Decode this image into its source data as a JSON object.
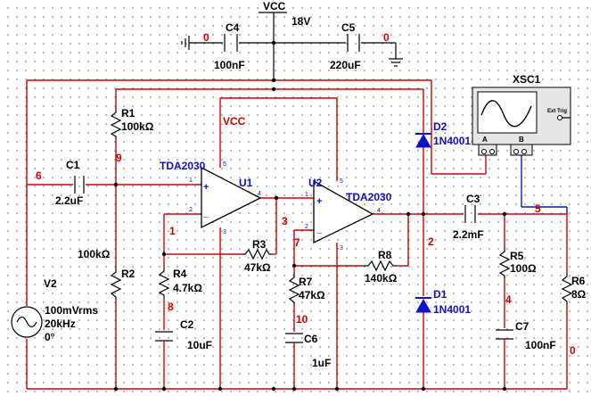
{
  "supply": {
    "name": "VCC",
    "voltage": "18V"
  },
  "vcc_net_label": "VCC",
  "caps": {
    "c1": {
      "ref": "C1",
      "value": "2.2uF"
    },
    "c2": {
      "ref": "C2",
      "value": "10uF"
    },
    "c3": {
      "ref": "C3",
      "value": "2.2mF"
    },
    "c4": {
      "ref": "C4",
      "value": "100nF"
    },
    "c5": {
      "ref": "C5",
      "value": "220uF"
    },
    "c6": {
      "ref": "C6",
      "value": "1uF"
    },
    "c7": {
      "ref": "C7",
      "value": "100nF"
    }
  },
  "resistors": {
    "r1": {
      "ref": "R1",
      "value": "100kΩ"
    },
    "r2": {
      "ref": "R2",
      "value": "100kΩ"
    },
    "r3": {
      "ref": "R3",
      "value": "47kΩ"
    },
    "r4": {
      "ref": "R4",
      "value": "4.7kΩ"
    },
    "r5": {
      "ref": "R5",
      "value": "100Ω"
    },
    "r6": {
      "ref": "R6",
      "value": "8Ω"
    },
    "r7": {
      "ref": "R7",
      "value": "47kΩ"
    },
    "r8": {
      "ref": "R8",
      "value": "140kΩ"
    }
  },
  "opamps": {
    "u1": {
      "ref": "U1",
      "part": "TDA2030"
    },
    "u2": {
      "ref": "U2",
      "part": "TDA2030"
    }
  },
  "diodes": {
    "d1": {
      "ref": "D1",
      "part": "1N4001"
    },
    "d2": {
      "ref": "D2",
      "part": "1N4001"
    }
  },
  "source": {
    "ref": "V2",
    "amplitude": "100mVrms",
    "frequency": "20kHz",
    "phase": "0°"
  },
  "scope": {
    "ref": "XSC1",
    "ch_a": "A",
    "ch_b": "B",
    "ext_trig": "Ext Trig"
  },
  "pins": {
    "plus": "+",
    "minus": "_",
    "u1": {
      "p1": "1",
      "p2": "2",
      "p3": "3",
      "p4": "4",
      "p5": "5"
    },
    "u2": {
      "p1": "1",
      "p2": "2",
      "p3": "3",
      "p4": "4",
      "p5": "5"
    }
  },
  "nets": {
    "n0a": "0",
    "n0b": "0",
    "n0c": "0",
    "n1": "1",
    "n2": "2",
    "n3": "3",
    "n4": "4",
    "n5": "5",
    "n6": "6",
    "n7": "7",
    "n8": "8",
    "n9": "9",
    "n10": "10"
  },
  "colors": {
    "wire_net": "#d10000",
    "wire_scope": "#1010c8",
    "part_label": "#1010c8",
    "grid_dot": "#a6a6a6"
  }
}
